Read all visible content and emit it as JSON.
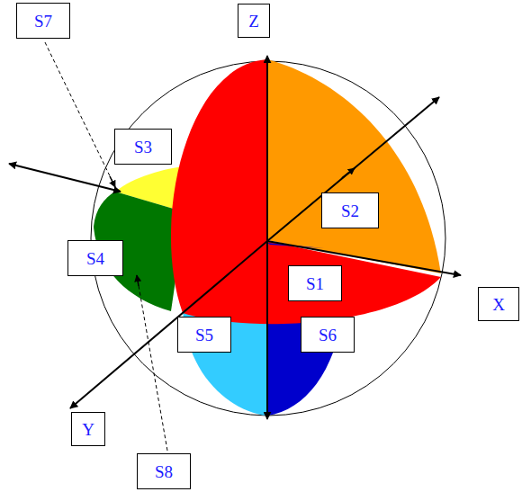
{
  "diagram": {
    "nodes": [
      {
        "text": [
          "S7"
        ]
      },
      {
        "text": [
          "Z"
        ]
      },
      {
        "text": [
          "S3"
        ]
      },
      {
        "text": [
          "S2"
        ]
      },
      {
        "text": [
          "S4"
        ]
      },
      {
        "text": [
          "S1"
        ]
      },
      {
        "text": [
          "X"
        ]
      },
      {
        "text": [
          "S5"
        ]
      },
      {
        "text": [
          "S6"
        ]
      },
      {
        "text": [
          "Y"
        ]
      },
      {
        "text": [
          "S8"
        ]
      }
    ]
  }
}
